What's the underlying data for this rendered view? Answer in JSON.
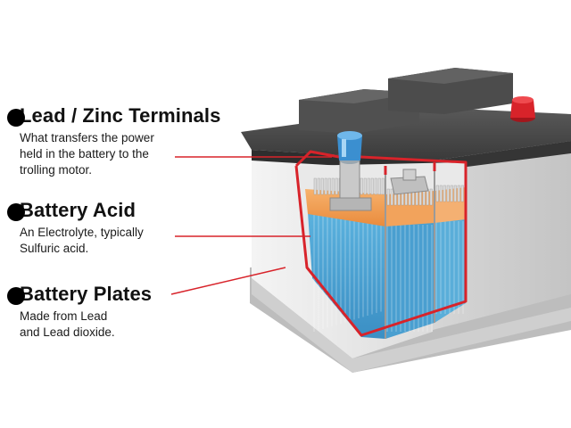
{
  "colors": {
    "callout_line": "#d8232a",
    "accent_red": "#d8232a",
    "plate_blue": "#4fa7d6",
    "acid_orange": "#f0a05a",
    "case_gray": "#e6e6e6",
    "lid_dark": "#4a4a4a"
  },
  "labels": [
    {
      "title": "Lead / Zinc Terminals",
      "description": "What transfers the power\nheld in the battery to the\ntrolling motor."
    },
    {
      "title": "Battery Acid",
      "description": "An Electrolyte, typically\nSulfuric acid."
    },
    {
      "title": "Battery Plates",
      "description": "Made from Lead\nand Lead dioxide."
    }
  ]
}
